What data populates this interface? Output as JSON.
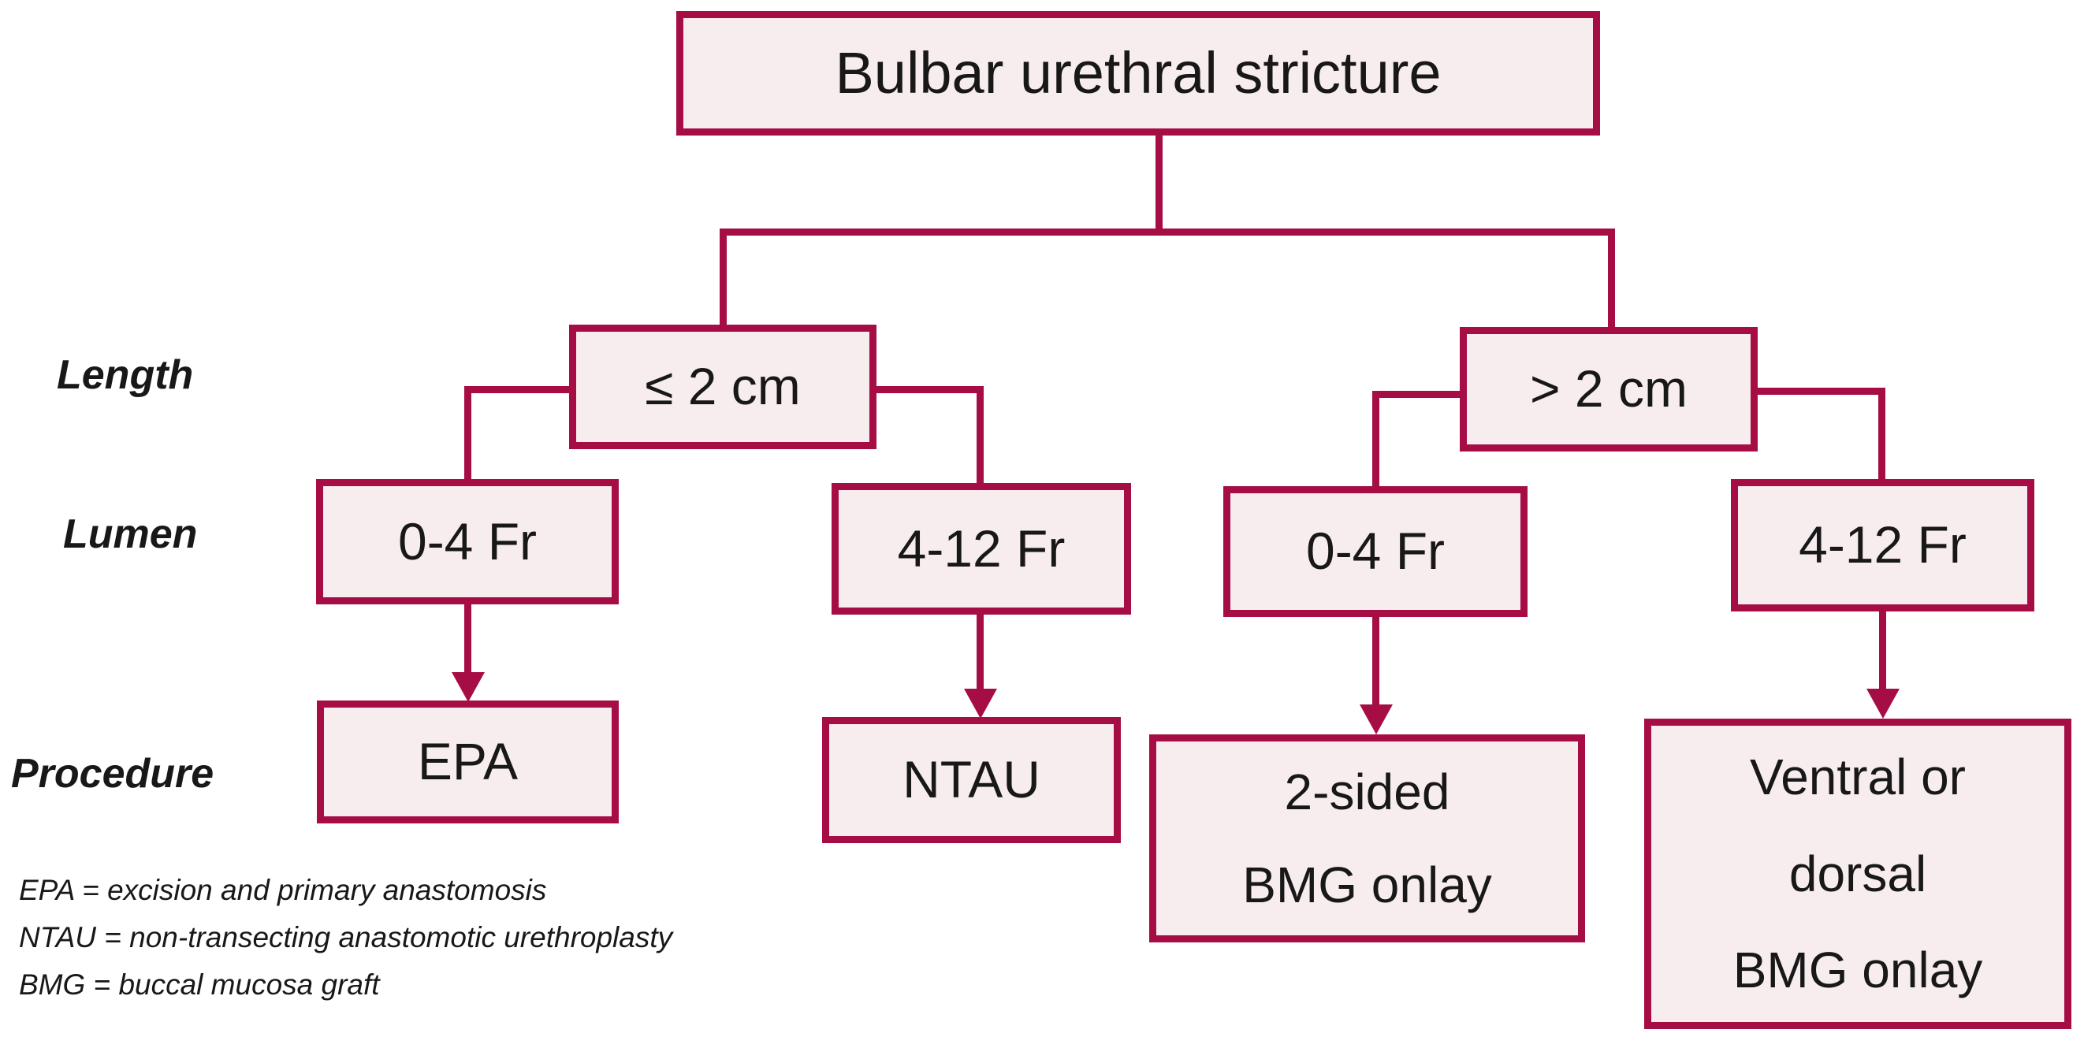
{
  "palette": {
    "crimson": "#A60D45",
    "fill": "#F8EDEE",
    "ink": "#181818"
  },
  "title": "Bulbar urethral stricture decision tree",
  "root": {
    "label": "Bulbar urethral stricture"
  },
  "row_labels": {
    "length": "Length",
    "lumen": "Lumen",
    "procedure": "Procedure"
  },
  "length_nodes": [
    {
      "label": "≤ 2 cm"
    },
    {
      "label": "> 2 cm"
    }
  ],
  "lumen_nodes": [
    {
      "label": "0-4 Fr"
    },
    {
      "label": "4-12 Fr"
    },
    {
      "label": "0-4 Fr"
    },
    {
      "label": "4-12 Fr"
    }
  ],
  "procedure_nodes": [
    {
      "label": "EPA"
    },
    {
      "label": "NTAU"
    },
    {
      "label": "2-sided\nBMG onlay"
    },
    {
      "label": "Ventral or\ndorsal\nBMG onlay"
    }
  ],
  "footnotes": [
    "EPA = excision and primary anastomosis",
    "NTAU = non-transecting anastomotic urethroplasty",
    "BMG = buccal mucosa graft"
  ]
}
